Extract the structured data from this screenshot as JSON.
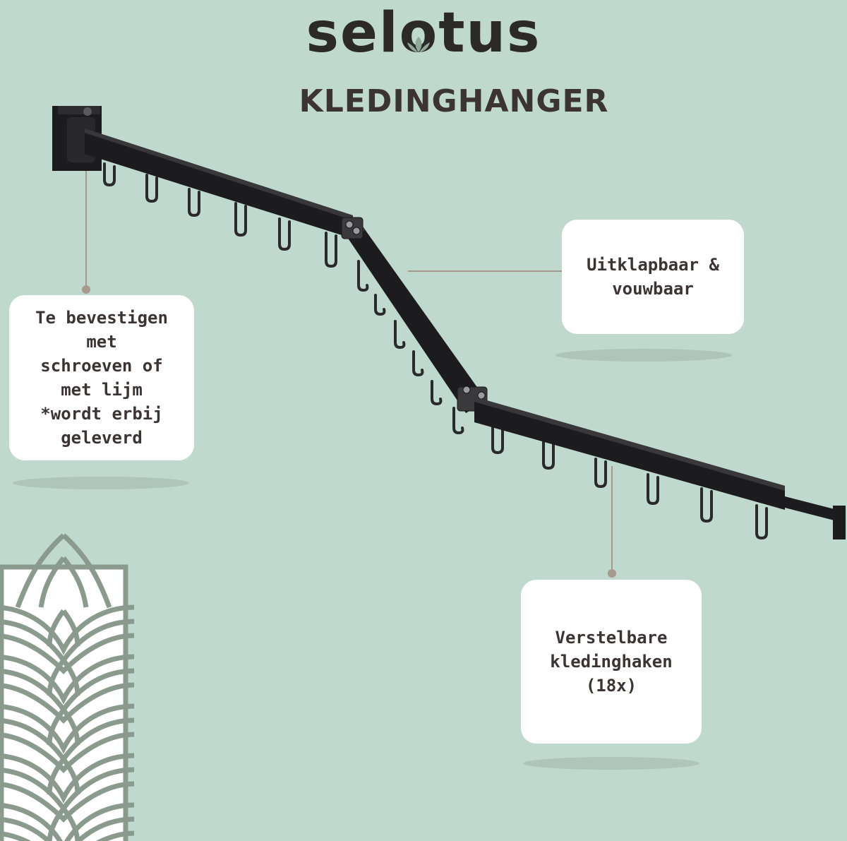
{
  "brand": {
    "name_before": "sel",
    "name_o": "o",
    "name_after": "tus"
  },
  "product_title": "KLEDINGHANGER",
  "callouts": {
    "mounting": "Te bevestigen\nmet\nschroeven of\nmet lijm\n*wordt erbij\ngeleverd",
    "foldable": "Uitklapbaar &\nvouwbaar",
    "hooks": "Verstelbare\nkledinghaken\n(18x)"
  },
  "colors": {
    "background": "#bfd9cf",
    "text_dark": "#3b3433",
    "rack_black": "#1c1c1e",
    "lotus_green": "#8fa898",
    "pattern_green": "#8a9b8e",
    "leader_line": "#a8998f"
  }
}
